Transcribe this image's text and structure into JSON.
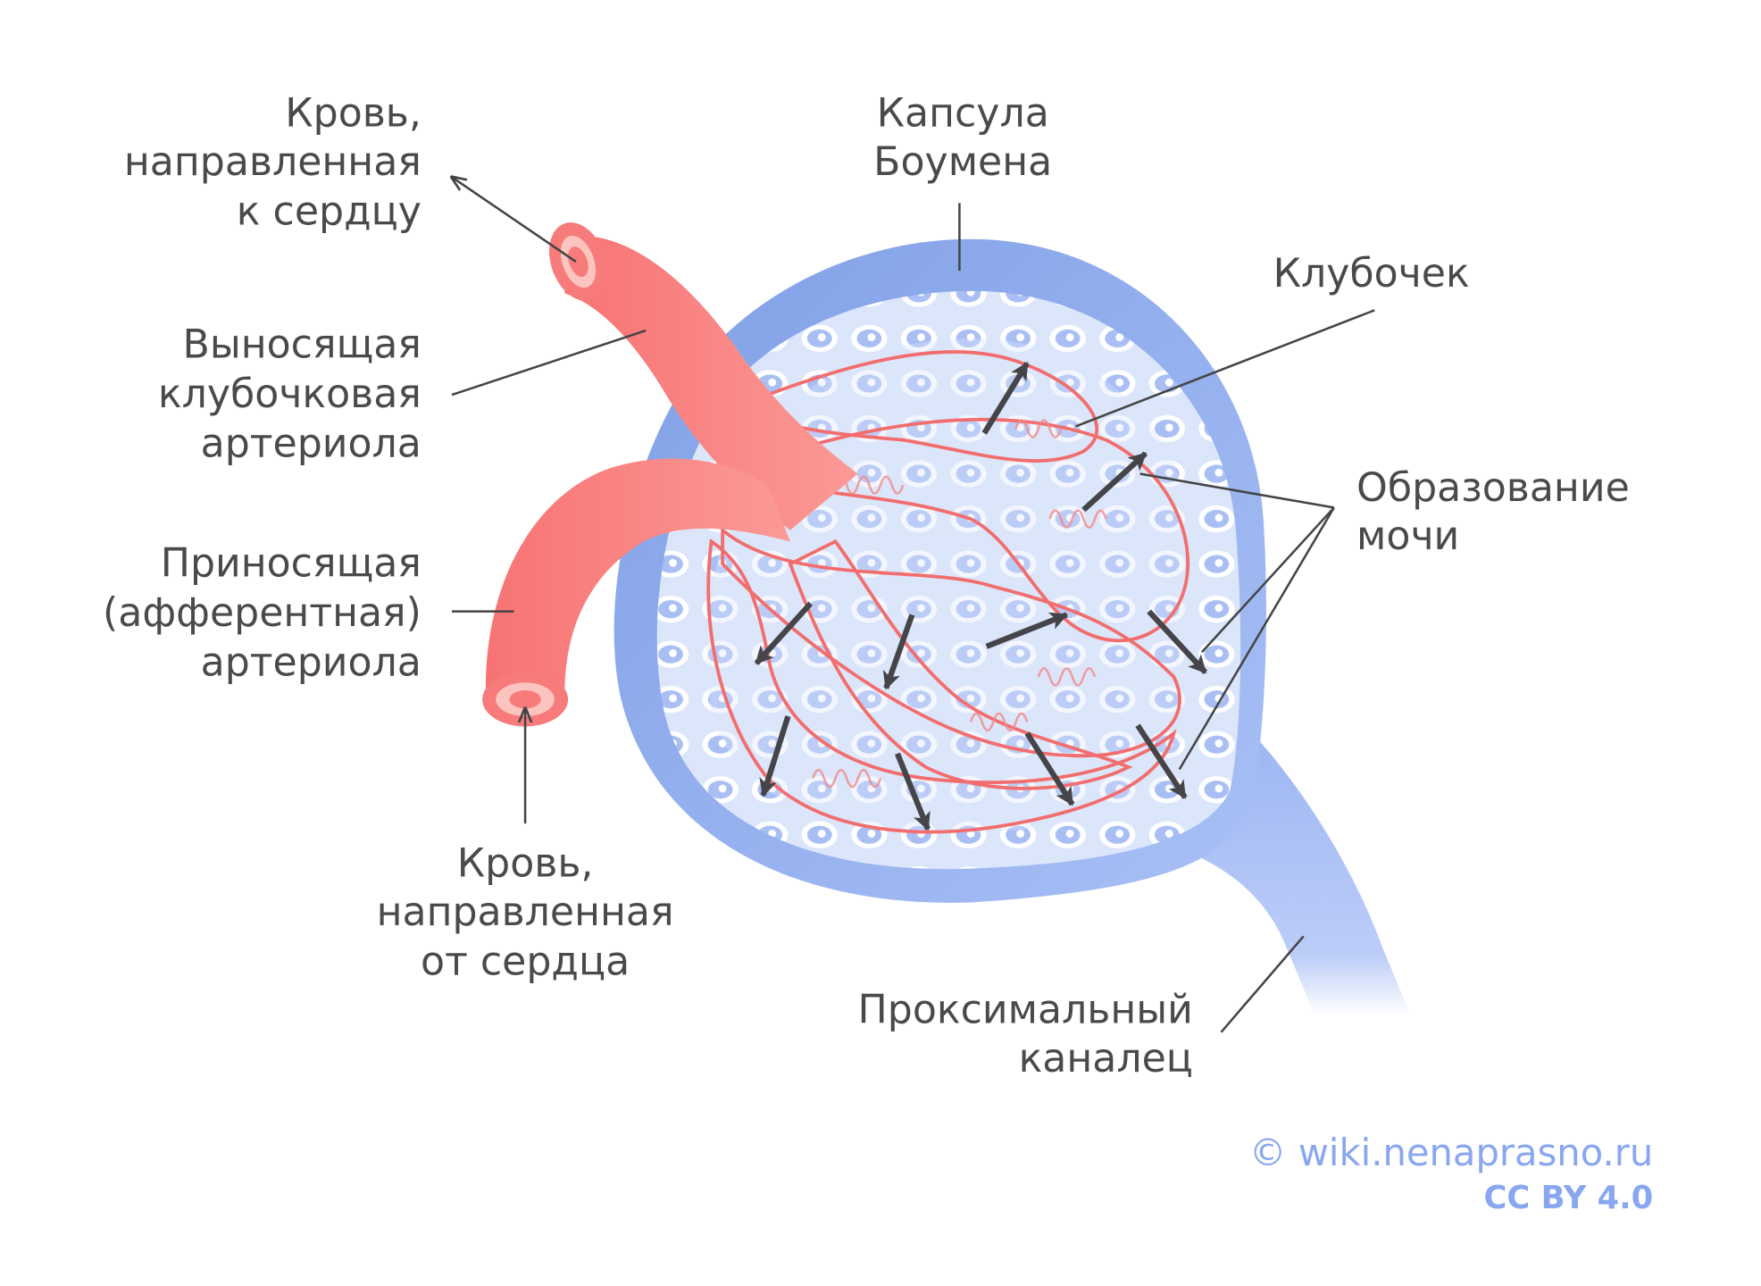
{
  "labels": {
    "blood_to_heart": [
      "Кровь,",
      "направленная",
      "к сердцу"
    ],
    "efferent_arteriole": [
      "Выносящая",
      "клубочковая",
      "артериола"
    ],
    "afferent_arteriole": [
      "Приносящая",
      "(афферентная)",
      "артериола"
    ],
    "blood_from_heart": [
      "Кровь,",
      "направленная",
      "от сердца"
    ],
    "bowman_capsule": [
      "Капсула",
      "Боумена"
    ],
    "glomerulus": [
      "Клубочек"
    ],
    "urine_formation": [
      "Образование",
      "мочи"
    ],
    "proximal_tubule": [
      "Проксимальный",
      "каналец"
    ]
  },
  "watermark": {
    "site": "© wiki.nenaprasno.ru",
    "license": "CC BY 4.0"
  },
  "colors": {
    "capsule": "#8aa8ec",
    "capsule_inner": "#dce6fb",
    "vessel": "#f77e7e",
    "capillary": "#f8a8a4",
    "arrow": "#454549",
    "text": "#4a4a4a",
    "watermark": "#89a6f0"
  }
}
